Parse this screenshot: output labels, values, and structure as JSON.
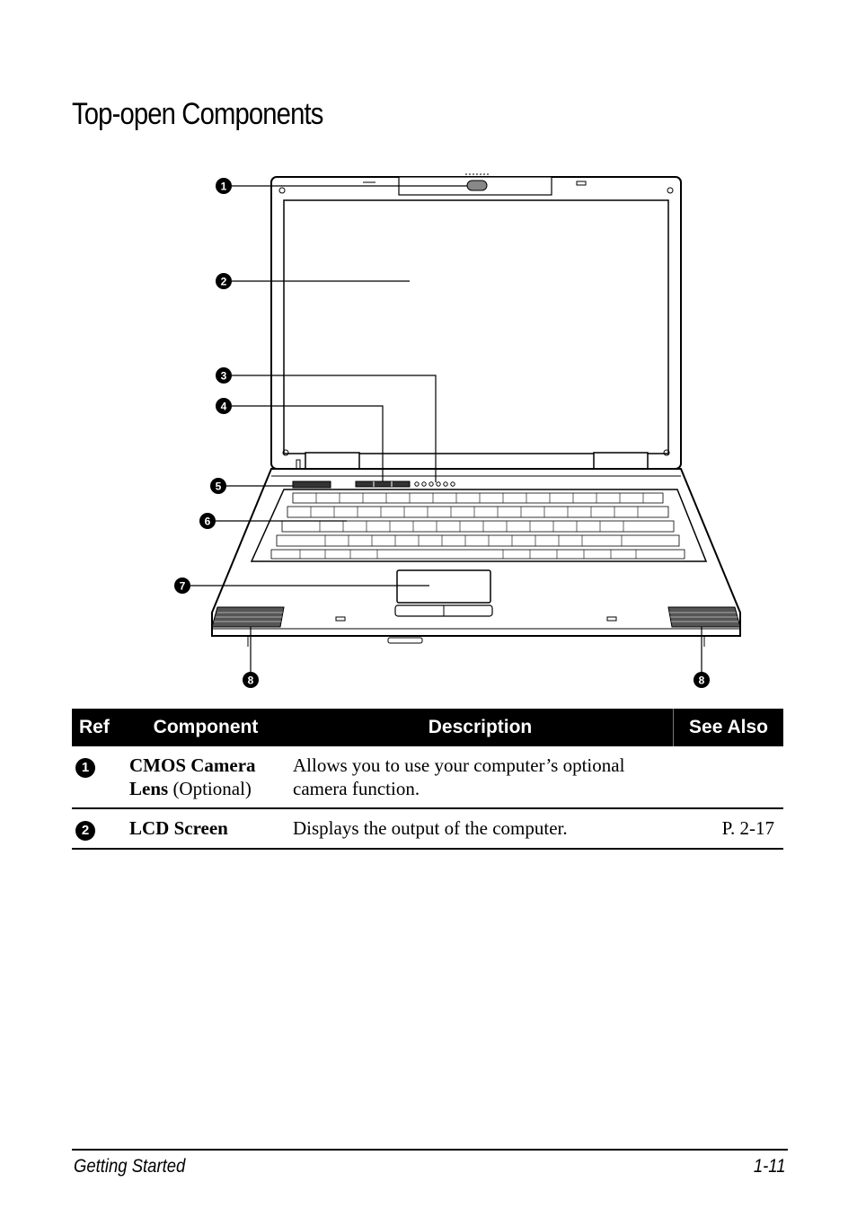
{
  "page": {
    "title": "Top-open Components"
  },
  "diagram": {
    "callouts": [
      "1",
      "2",
      "3",
      "4",
      "5",
      "6",
      "7",
      "8",
      "8"
    ]
  },
  "table": {
    "headers": {
      "ref": "Ref",
      "component": "Component",
      "description": "Description",
      "see_also": "See Also"
    },
    "rows": [
      {
        "ref": "1",
        "component_bold": "CMOS Camera Lens",
        "component_extra": " (Optional)",
        "description": "Allows you to use your computer’s optional camera function.",
        "see_also": ""
      },
      {
        "ref": "2",
        "component_bold": "LCD Screen",
        "component_extra": "",
        "description": "Displays the output of the computer.",
        "see_also": "P. 2-17"
      }
    ]
  },
  "footer": {
    "left": "Getting Started",
    "right": "1-11"
  }
}
